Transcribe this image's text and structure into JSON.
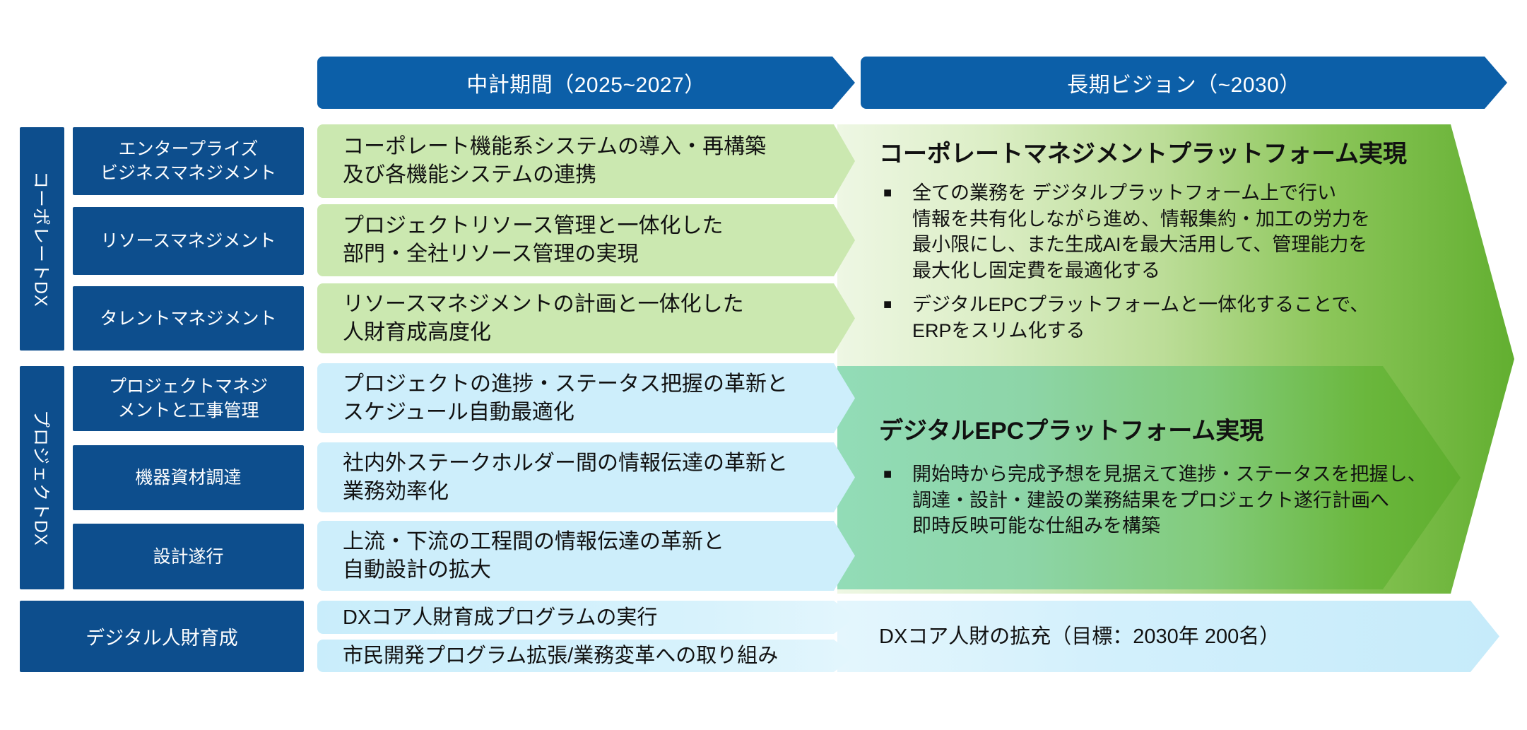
{
  "header": {
    "mid_term_label": "中計期間（2025~2027）",
    "long_term_label": "長期ビジョン（~2030）"
  },
  "categories": {
    "corporate_dx": "コーポレートDX",
    "project_dx": "プロジェクトDX",
    "digital_talent": "デジタル人財育成"
  },
  "rows": [
    {
      "label": [
        "エンタープライズ",
        "ビジネスマネジメント"
      ],
      "plan": [
        "コーポレート機能系システムの導入・再構築",
        "及び各機能システムの連携"
      ]
    },
    {
      "label": [
        "リソースマネジメント"
      ],
      "plan": [
        "プロジェクトリソース管理と一体化した",
        "部門・全社リソース管理の実現"
      ]
    },
    {
      "label": [
        "タレントマネジメント"
      ],
      "plan": [
        "リソースマネジメントの計画と一体化した",
        "人財育成高度化"
      ]
    },
    {
      "label": [
        "プロジェクトマネジ",
        "メントと工事管理"
      ],
      "plan": [
        "プロジェクトの進捗・ステータス把握の革新と",
        "スケジュール自動最適化"
      ]
    },
    {
      "label": [
        "機器資材調達"
      ],
      "plan": [
        "社内外ステークホルダー間の情報伝達の革新と",
        "業務効率化"
      ]
    },
    {
      "label": [
        "設計遂行"
      ],
      "plan": [
        "上流・下流の工程間の情報伝達の革新と",
        "自動設計の拡大"
      ]
    }
  ],
  "talent_plans": [
    "DXコア人財育成プログラムの実行",
    "市民開発プログラム拡張/業務変革への取り組み"
  ],
  "vision": {
    "corporate": {
      "title": "コーポレートマネジメントプラットフォーム実現",
      "bullets": [
        [
          "全ての業務を デジタルプラットフォーム上で行い",
          "情報を共有化しながら進め、情報集約・加工の労力を",
          "最小限にし、また生成AIを最大活用して、管理能力を",
          "最大化し固定費を最適化する"
        ],
        [
          "デジタルEPCプラットフォームと一体化することで、",
          "ERPをスリム化する"
        ]
      ]
    },
    "project": {
      "title": "デジタルEPCプラットフォーム実現",
      "bullets": [
        [
          "開始時から完成予想を見据えて進捗・ステータスを把握し、",
          "調達・設計・建設の業務結果をプロジェクト遂行計画へ",
          "即時反映可能な仕組みを構築"
        ]
      ]
    },
    "talent_goal": "DXコア人財の拡充（目標：2030年 200名）"
  },
  "bullet_symbol": "■",
  "colors": {
    "navy": "#0D4E8D",
    "header": "#0C5FA8",
    "green_light": "#CBE8B0",
    "blue_light": "#CDEEFB",
    "vision_green": "#5FAE2E"
  }
}
